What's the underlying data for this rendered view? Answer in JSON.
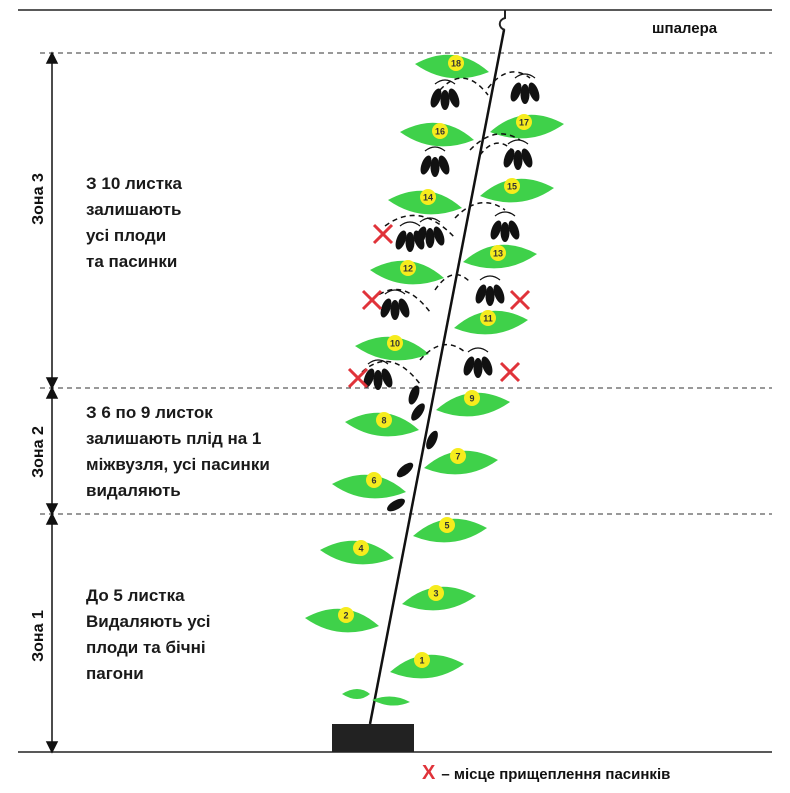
{
  "trellis_label": "шпалера",
  "zones": [
    {
      "label": "Зона 3",
      "text": "З 10 листка\nзалишають\nусі плоди\nта пасинки"
    },
    {
      "label": "Зона 2",
      "text": "З 6 по 9 листок\nзалишають плід на 1\nміжвузля, усі пасинки\nвидаляють"
    },
    {
      "label": "Зона 1",
      "text": "До 5 листка\nВидаляють усі\nплоди та бічні\nпагони"
    }
  ],
  "legend": {
    "symbol": "X",
    "text": "– місце прищеплення пасинків"
  },
  "leaf_numbers": [
    "1",
    "2",
    "3",
    "4",
    "5",
    "6",
    "7",
    "8",
    "9",
    "10",
    "11",
    "12",
    "13",
    "14",
    "15",
    "16",
    "17",
    "18"
  ],
  "colors": {
    "leaf": "#3fd14a",
    "leaf_number": "#f6ec1d",
    "fruit": "#111111",
    "pinch_mark": "#e0333a",
    "pot": "#222222"
  }
}
